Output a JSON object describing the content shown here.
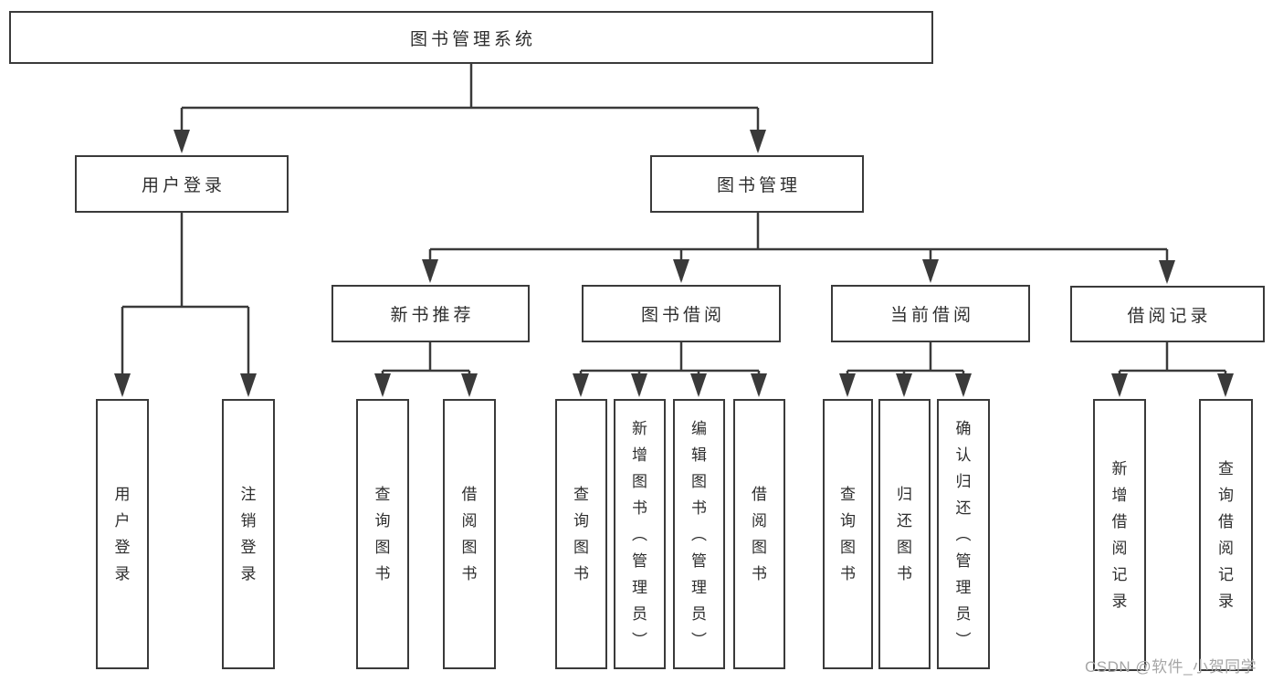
{
  "nodes": {
    "root": "图书管理系统",
    "user_login": "用户登录",
    "book_mgmt": "图书管理",
    "new_book_rec": "新书推荐",
    "book_borrow": "图书借阅",
    "current_borrow": "当前借阅",
    "borrow_record": "借阅记录",
    "leaf_user_login": "用户登录",
    "leaf_logout": "注销登录",
    "leaf_query_book_1": "查询图书",
    "leaf_borrow_book_1": "借阅图书",
    "leaf_query_book_2": "查询图书",
    "leaf_add_book": "新增图书（管理员）",
    "leaf_edit_book": "编辑图书（管理员）",
    "leaf_borrow_book_2": "借阅图书",
    "leaf_query_book_3": "查询图书",
    "leaf_return_book": "归还图书",
    "leaf_confirm_return": "确认归还（管理员）",
    "leaf_add_borrow_record": "新增借阅记录",
    "leaf_query_borrow_record": "查询借阅记录"
  },
  "tree": {
    "root": [
      "user_login",
      "book_mgmt"
    ],
    "user_login": [
      "leaf_user_login",
      "leaf_logout"
    ],
    "book_mgmt": [
      "new_book_rec",
      "book_borrow",
      "current_borrow",
      "borrow_record"
    ],
    "new_book_rec": [
      "leaf_query_book_1",
      "leaf_borrow_book_1"
    ],
    "book_borrow": [
      "leaf_query_book_2",
      "leaf_add_book",
      "leaf_edit_book",
      "leaf_borrow_book_2"
    ],
    "current_borrow": [
      "leaf_query_book_3",
      "leaf_return_book",
      "leaf_confirm_return"
    ],
    "borrow_record": [
      "leaf_add_borrow_record",
      "leaf_query_borrow_record"
    ]
  },
  "watermark": {
    "text": "CSDN @软件_小贺同学"
  },
  "colors": {
    "line": "#3a3a3a",
    "box_border": "#3a3a3a",
    "text": "#2e2e2e",
    "watermark": "#a6a6a6",
    "background": "#ffffff"
  }
}
